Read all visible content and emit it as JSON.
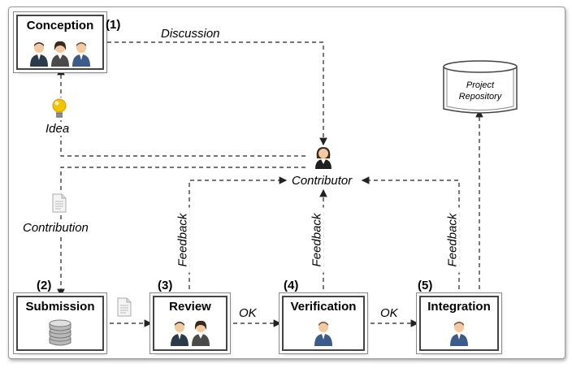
{
  "nodes": {
    "conception": {
      "title": "Conception",
      "number": "(1)"
    },
    "submission": {
      "title": "Submission",
      "number": "(2)"
    },
    "review": {
      "title": "Review",
      "number": "(3)"
    },
    "verification": {
      "title": "Veriﬁcation",
      "number": "(4)"
    },
    "integration": {
      "title": "Integration",
      "number": "(5)"
    },
    "repository": {
      "line1": "Project",
      "line2": "Repository"
    },
    "contributor": {
      "label": "Contributor"
    }
  },
  "edges": {
    "discussion": "Discussion",
    "idea": "Idea",
    "contribution": "Contribution",
    "ok_review_verification": "OK",
    "ok_verification_integration": "OK",
    "feedback_review": "Feedback",
    "feedback_verification": "Feedback",
    "feedback_integration": "Feedback"
  },
  "colors": {
    "line": "#222222",
    "box_border": "#444444",
    "suit_dark": "#2b3a4a",
    "suit_blue": "#3b5b8a",
    "skin": "#f2c9a0",
    "hair": "#3a2a1a",
    "bulb": "#f5c200"
  },
  "icons": [
    "people-group-icon",
    "lightbulb-icon",
    "document-icon",
    "database-icon",
    "female-person-icon",
    "male-person-icon",
    "repository-cylinder-icon"
  ]
}
